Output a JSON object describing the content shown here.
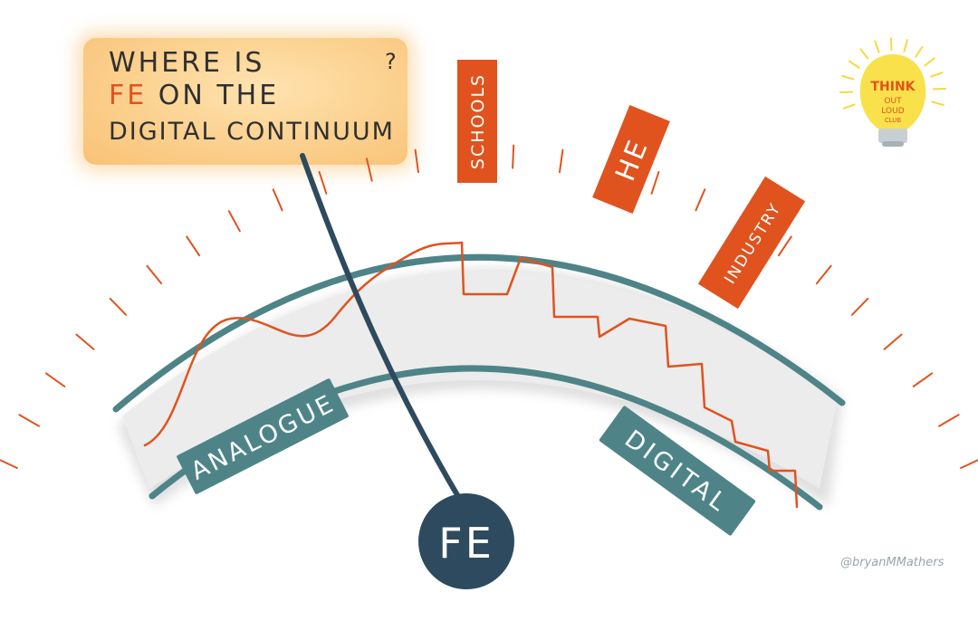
{
  "title": {
    "line1": "WHERE IS",
    "line2_accent": "FE",
    "line2_rest": " ON THE",
    "line3": "DIGITAL CONTINUUM",
    "question_mark": "?"
  },
  "gauge": {
    "left_label": "ANALOGUE",
    "right_label": "DIGITAL",
    "needle_label": "FE"
  },
  "markers": [
    {
      "label": "SCHOOLS"
    },
    {
      "label": "HE"
    },
    {
      "label": "INDUSTRY"
    }
  ],
  "logo": {
    "line1": "THINK",
    "line2": "OUT",
    "line3": "LOUD",
    "line4": "CLUB"
  },
  "credit": "@bryanMMathers",
  "colors": {
    "teal": "#4e8487",
    "navy": "#2e4a5e",
    "orange": "#e0531e",
    "grey_band": "#e2e2e2",
    "title_bg": "#fbd08d",
    "bulb": "#f8e14a"
  }
}
